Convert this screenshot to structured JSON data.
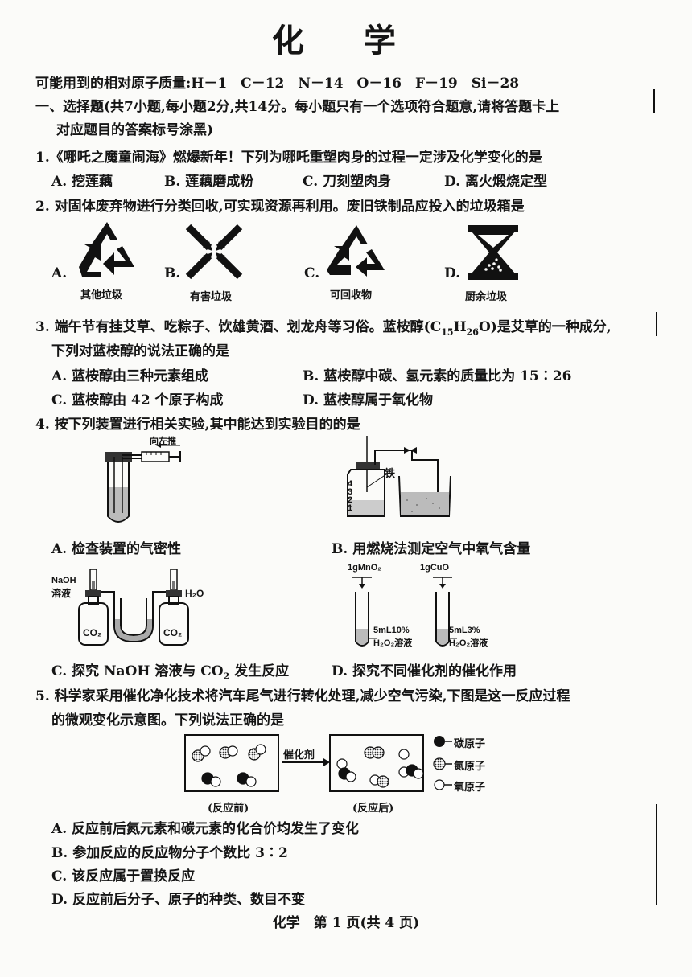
{
  "title": "化 学",
  "atomic_masses": "可能用到的相对原子质量:H－1　C－12　N－14　O－16　F－19　Si－28",
  "section1": {
    "line1": "一、选择题(共7小题,每小题2分,共14分。每小题只有一个选项符合题意,请将答题卡上",
    "line2": "对应题目的答案标号涂黑)"
  },
  "q1": {
    "stem": "1.《哪吒之魔童闹海》燃爆新年！下列为哪吒重塑肉身的过程一定涉及化学变化的是",
    "options": [
      "A. 挖莲藕",
      "B. 莲藕磨成粉",
      "C. 刀刻塑肉身",
      "D. 离火煅烧定型"
    ]
  },
  "q2": {
    "stem": "2. 对固体废弃物进行分类回收,可实现资源再利用。废旧铁制品应投入的垃圾箱是",
    "letters": [
      "A.",
      "B.",
      "C.",
      "D."
    ],
    "labels": [
      "其他垃圾",
      "有害垃圾",
      "可回收物",
      "厨余垃圾"
    ]
  },
  "q3": {
    "stem_pre": "3. 端午节有挂艾草、吃粽子、饮雄黄酒、划龙舟等习俗。蓝桉醇(",
    "formula_c": "C",
    "formula_c_sub": "15",
    "formula_h": "H",
    "formula_h_sub": "26",
    "formula_o": "O",
    "stem_post": ")是艾草的一种成分,",
    "stem2": "下列对蓝桉醇的说法正确的是",
    "options": [
      "A. 蓝桉醇由三种元素组成",
      "B. 蓝桉醇中碳、氢元素的质量比为 15∶26",
      "C. 蓝桉醇由 42 个原子构成",
      "D. 蓝桉醇属于氧化物"
    ]
  },
  "q4": {
    "stem": "4. 按下列装置进行相关实验,其中能达到实验目的的是",
    "push_label": "向左推",
    "iron_label": "铁",
    "scale": [
      "4",
      "3",
      "2",
      "1"
    ],
    "naoh_label1": "NaOH",
    "naoh_label2": "溶液",
    "water_label": "H₂O",
    "co2_label": "CO₂",
    "mno2_label": "1gMnO₂",
    "cuo_label": "1gCuO",
    "tube1_label1": "5mL10%",
    "tube1_label2": "H₂O₂溶液",
    "tube2_label1": "5mL3%",
    "tube2_label2": "H₂O₂溶液",
    "option_a": "A. 检查装置的气密性",
    "option_b": "B. 用燃烧法测定空气中氧气含量",
    "option_c_pre": "C. 探究 NaOH 溶液与 CO",
    "option_c_sub": "2",
    "option_c_post": " 发生反应",
    "option_d": "D. 探究不同催化剂的催化作用"
  },
  "q5": {
    "stem1": "5. 科学家采用催化净化技术将汽车尾气进行转化处理,减少空气污染,下图是这一反应过程",
    "stem2": "的微观变化示意图。下列说法正确的是",
    "catalyst": "催化剂",
    "before": "(反应前)",
    "after": "(反应后)",
    "legend": [
      "碳原子",
      "氮原子",
      "氧原子"
    ],
    "options": [
      "A. 反应前后氮元素和碳元素的化合价均发生了变化",
      "B. 参加反应的反应物分子个数比 3∶2",
      "C. 该反应属于置换反应",
      "D. 反应前后分子、原子的种类、数目不变"
    ]
  },
  "footer": "化学　第 1 页(共 4 页)"
}
